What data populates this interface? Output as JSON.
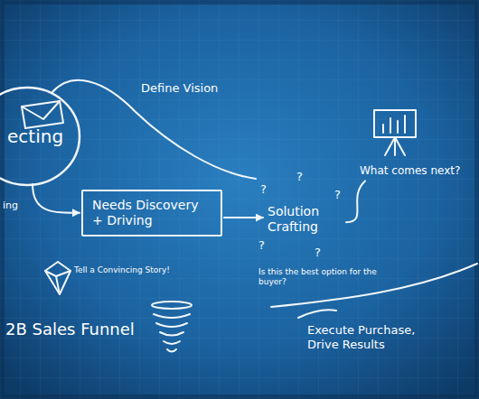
{
  "diagram": {
    "nodes": [
      {
        "text": [
          "ecting"
        ]
      },
      {
        "text": [
          "Needs Discovery + Driving"
        ]
      },
      {
        "text": [
          "Solution Crafting"
        ]
      },
      {
        "text": [
          "What comes next?"
        ]
      }
    ],
    "edges": [
      {
        "from": 0,
        "to": 1,
        "arrow": "to"
      },
      {
        "from": 1,
        "to": 2,
        "arrow": "to"
      },
      {
        "from": 2,
        "to": 3,
        "arrow": "none"
      }
    ],
    "labels": [
      "Define Vision",
      "ing",
      "Tell a Convincing Story!",
      "2B Sales Funnel",
      "?",
      "?",
      "?",
      "?",
      "?",
      "Is this the best option for the buyer?",
      "Execute Purchase, Drive Results"
    ]
  }
}
